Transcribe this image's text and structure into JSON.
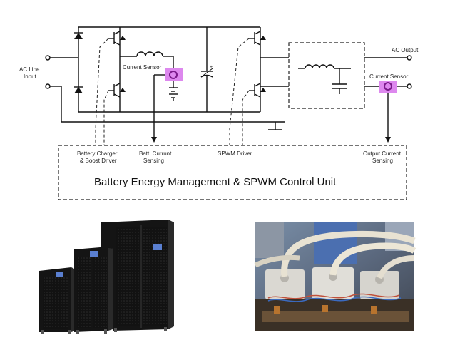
{
  "labels": {
    "ac_line_input": [
      "AC Line",
      "Input"
    ],
    "current_sensor_left": "Current Sensor",
    "ac_output": "AC Output",
    "current_sensor_right": "Current Sensor",
    "battery_charger": [
      "Battery Charger",
      "& Boost Driver"
    ],
    "batt_current": [
      "Batt. Currunt",
      "Sensing"
    ],
    "spwm_driver": "SPWM Driver",
    "output_current": [
      "Output Current",
      "Sensing"
    ],
    "control_unit": "Battery Energy Management & SPWM Control Unit"
  },
  "colors": {
    "sensor": "#dd88ee",
    "sensor_ring": "#7a1a8a",
    "cabinet_dark": "#141414",
    "display_blue": "#5a7fd0"
  }
}
